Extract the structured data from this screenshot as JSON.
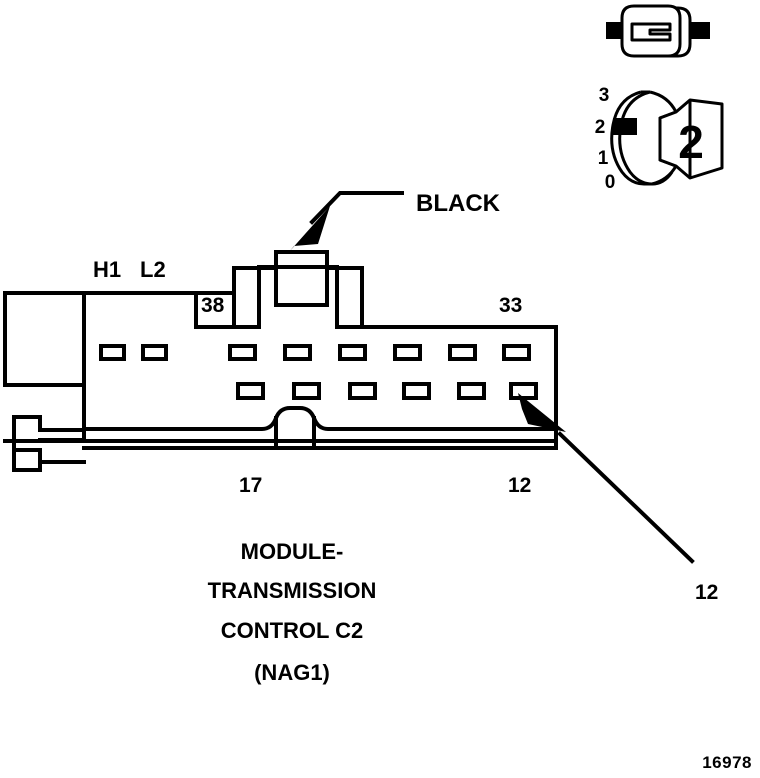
{
  "figure": {
    "id": "16978",
    "caption_lines": [
      "MODULE-",
      "TRANSMISSION",
      "CONTROL C2",
      "(NAG1)"
    ],
    "colors": {
      "line": "#000000",
      "background": "#ffffff"
    }
  },
  "connector": {
    "wire_color_label": "BLACK",
    "bus_labels": {
      "high": "H1",
      "low": "L2"
    },
    "pin_numbers": {
      "top_left": "38",
      "top_right": "33",
      "bottom_left": "17",
      "bottom_right": "12"
    },
    "callout": {
      "pin": "12"
    }
  },
  "key_indicator": {
    "positions": [
      "3",
      "2",
      "1",
      "0"
    ],
    "selected": "2",
    "key_number": "2"
  }
}
